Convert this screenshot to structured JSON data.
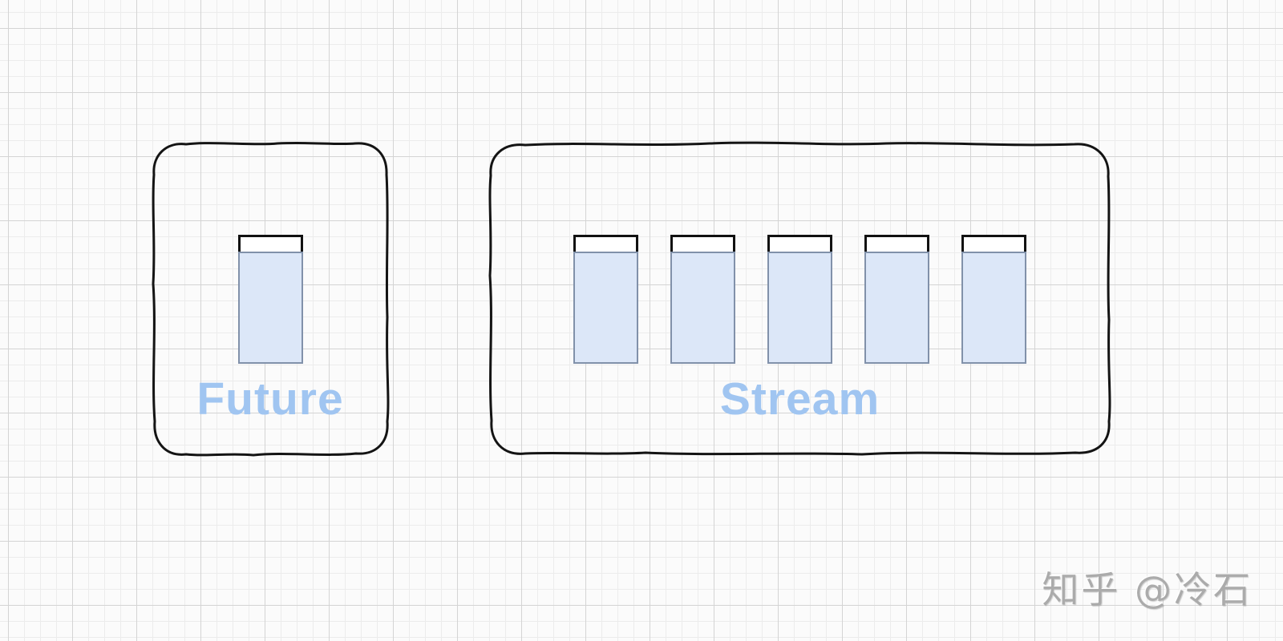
{
  "panels": [
    {
      "id": "future",
      "label": "Future",
      "glass_count": 1
    },
    {
      "id": "stream",
      "label": "Stream",
      "glass_count": 5
    }
  ],
  "glass": {
    "semantic": "buffer-container-glass",
    "top_border_color": "#111111",
    "body_border_color": "#8191aa",
    "body_fill_color": "#dce7f8"
  },
  "colors": {
    "background": "#fbfbfb",
    "grid_minor": "#ececec",
    "grid_major": "#d4d4d4",
    "outline": "#141414",
    "label": "#a0c5f1",
    "watermark": "#ababab"
  },
  "watermark": {
    "text": "知乎 @冷石"
  }
}
